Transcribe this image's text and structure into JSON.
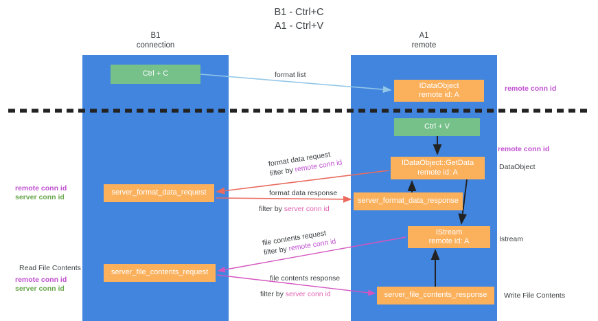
{
  "title": "B1 - Ctrl+C\nA1 - Ctrl+V",
  "title_line1": "B1 - Ctrl+C",
  "title_line2": "A1 - Ctrl+V",
  "columns": {
    "left": {
      "name": "B1",
      "role": "connection"
    },
    "right": {
      "name": "A1",
      "role": "remote"
    }
  },
  "colors": {
    "band": "#4285de",
    "green_node": "#76c08a",
    "orange_node": "#fbb05c",
    "purple_text": "#c050d0",
    "green_text": "#6aa84f",
    "pink_arrow": "#e060b0",
    "red_arrow": "#ea6a5e",
    "blue_arrow": "#93c7e8",
    "dark_text": "#3c4043"
  },
  "nodes": {
    "ctrl_c": {
      "line1": "Ctrl + C",
      "line2": ""
    },
    "idataobject": {
      "line1": "IDataObject",
      "line2": "remote id: A"
    },
    "ctrl_v": {
      "line1": "Ctrl + V",
      "line2": ""
    },
    "getdata": {
      "line1": "IDataObject::GetData",
      "line2": "remote id: A"
    },
    "server_format_data_request": {
      "line1": "server_format_data_request",
      "line2": ""
    },
    "server_format_data_response": {
      "line1": "server_format_data_response",
      "line2": ""
    },
    "istream": {
      "line1": "IStream",
      "line2": "remote id: A"
    },
    "server_file_contents_request": {
      "line1": "server_file_contents_request",
      "line2": ""
    },
    "server_file_contents_response": {
      "line1": "server_file_contents_response",
      "line2": ""
    }
  },
  "edge_labels": {
    "format_list": "format list",
    "format_data_request": "format data request",
    "format_data_request_filter_prefix": "filter by ",
    "format_data_request_filter_key": "remote conn id",
    "format_data_response": "format data response",
    "format_data_response_filter_prefix": "filter by ",
    "format_data_response_filter_key": "server conn id",
    "file_contents_request": "file contents request",
    "file_contents_request_filter_prefix": "filter by ",
    "file_contents_request_filter_key": "remote conn id",
    "file_contents_response": "file contents response",
    "file_contents_response_filter_prefix": "filter by ",
    "file_contents_response_filter_key": "server conn id"
  },
  "annotations": {
    "remote_conn_id_top": "remote conn id",
    "remote_conn_id_mid": "remote conn id",
    "dataobject": "DataObject",
    "istream": "Istream",
    "write_file_contents": "Write File Contents",
    "read_file_contents": "Read File Contents",
    "left_remote_conn_id_mid": "remote conn id",
    "left_server_conn_id_mid": "server conn id",
    "left_remote_conn_id_bottom": "remote conn id",
    "left_server_conn_id_bottom": "server conn id"
  }
}
